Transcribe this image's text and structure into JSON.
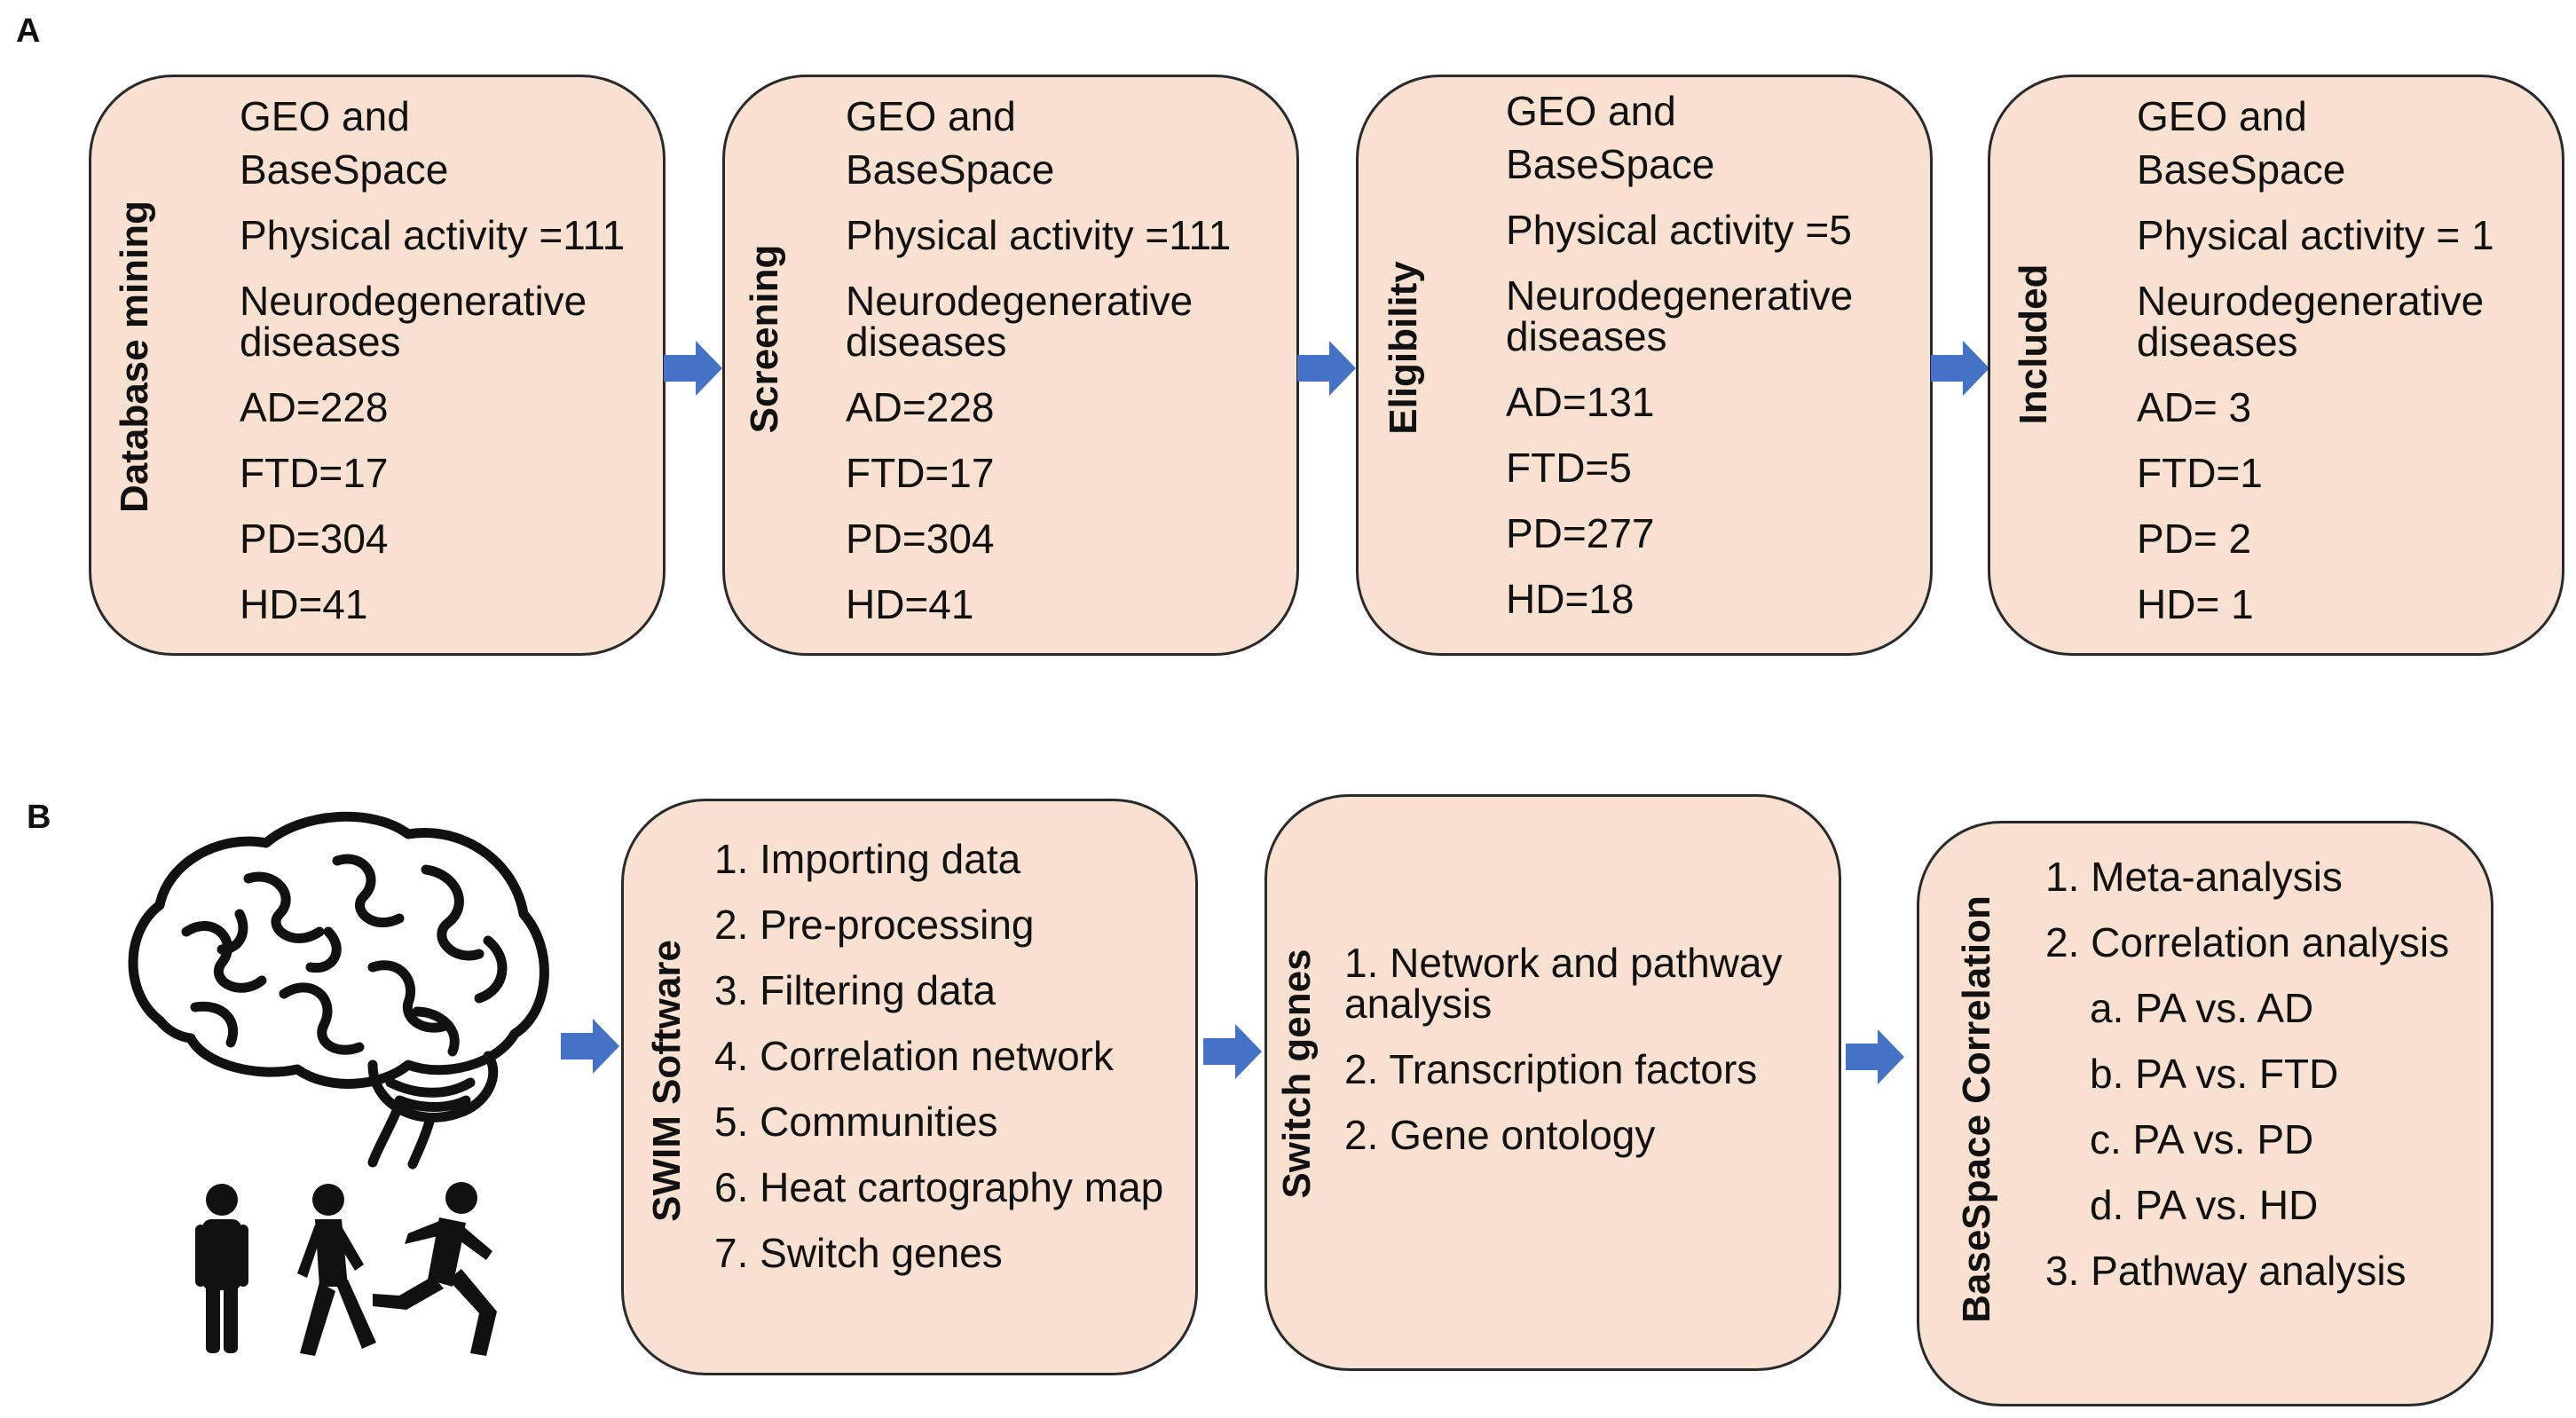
{
  "panel_a": {
    "label": "A",
    "boxes": [
      {
        "title": "Database mining",
        "source": [
          "GEO and",
          "BaseSpace"
        ],
        "physical": "Physical activity =111",
        "neuro": [
          "Neurodegenerative",
          "diseases"
        ],
        "counts": [
          "AD=228",
          "FTD=17",
          "PD=304",
          "HD=41"
        ]
      },
      {
        "title": "Screening",
        "source": [
          "GEO and",
          "BaseSpace"
        ],
        "physical": "Physical activity =111",
        "neuro": [
          "Neurodegenerative",
          "diseases"
        ],
        "counts": [
          "AD=228",
          "FTD=17",
          "PD=304",
          "HD=41"
        ]
      },
      {
        "title": "Eligibility",
        "source": [
          "GEO and",
          "BaseSpace"
        ],
        "physical": "Physical activity =5",
        "neuro": [
          "Neurodegenerative",
          "diseases"
        ],
        "counts": [
          "AD=131",
          "FTD=5",
          "PD=277",
          "HD=18"
        ]
      },
      {
        "title": "Included",
        "source": [
          "GEO and",
          "BaseSpace"
        ],
        "physical": "Physical activity = 1",
        "neuro": [
          "Neurodegenerative",
          "diseases"
        ],
        "counts": [
          "AD= 3",
          "FTD=1",
          "PD= 2",
          "HD= 1"
        ]
      }
    ]
  },
  "panel_b": {
    "label": "B",
    "swim": {
      "title": "SWIM Software",
      "items": [
        "1. Importing  data",
        "2. Pre-processing",
        "3. Filtering data",
        "4. Correlation network",
        "5. Communities",
        "6. Heat cartography map",
        "7. Switch genes"
      ]
    },
    "switch": {
      "title": "Switch genes",
      "items": [
        "1. Network and pathway",
        "analysis",
        "2. Transcription factors",
        "2. Gene ontology"
      ]
    },
    "basespace": {
      "title": "BaseSpace Correlation",
      "items": [
        "1. Meta-analysis",
        "2. Correlation analysis",
        "a. PA  vs. AD",
        "b. PA  vs. FTD",
        "c. PA  vs. PD",
        "d. PA  vs. HD",
        "3. Pathway analysis"
      ]
    },
    "icons": [
      "brain-icon",
      "standing-person-icon",
      "walking-person-icon",
      "running-person-icon"
    ]
  },
  "colors": {
    "box_fill": "#f9e1d2",
    "box_border": "#2a2a2a",
    "arrow": "#4472c4"
  }
}
